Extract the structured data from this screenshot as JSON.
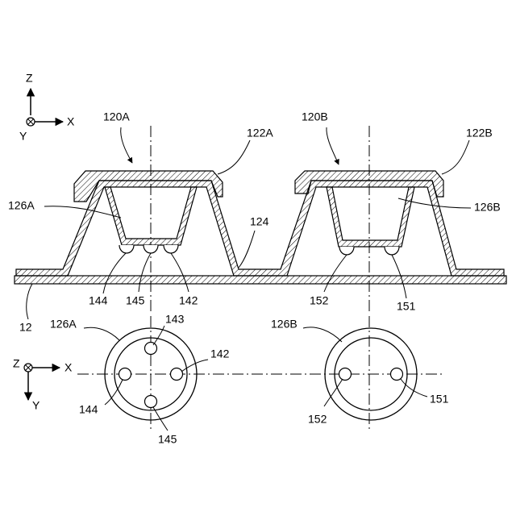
{
  "axes_top": {
    "z": "Z",
    "x": "X",
    "y": "Y"
  },
  "axes_bottom": {
    "z": "Z",
    "x": "X",
    "y": "Y"
  },
  "labels": {
    "unit_a": "120A",
    "unit_b": "120B",
    "cap_a": "122A",
    "cap_b": "122B",
    "cup_a": "126A",
    "cup_b": "126B",
    "sheet": "124",
    "base": "12",
    "h142": "142",
    "h144": "144",
    "h145": "145",
    "h151": "151",
    "h152": "152",
    "plan_cup_a": "126A",
    "plan_cup_b": "126B",
    "plan_h143": "143",
    "plan_h142": "142",
    "plan_h144": "144",
    "plan_h145": "145",
    "plan_h151": "151",
    "plan_h152": "152"
  }
}
